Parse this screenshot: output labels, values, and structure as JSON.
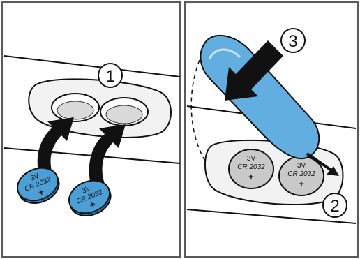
{
  "panels": [
    {
      "step_label": "1",
      "batteries": [
        {
          "voltage": "3V",
          "model": "CR 2032",
          "polarity": "+"
        },
        {
          "voltage": "3V",
          "model": "CR 2032",
          "polarity": "+"
        }
      ]
    },
    {
      "step_labels": [
        "3",
        "2"
      ],
      "batteries": [
        {
          "voltage": "3V",
          "model": "CR 2032",
          "polarity": "+"
        },
        {
          "voltage": "3V",
          "model": "CR 2032",
          "polarity": "+"
        }
      ]
    }
  ],
  "colors": {
    "frame": "#5a5a5a",
    "battery_fill": "#4b9fd6",
    "cover_fill": "#62aee0",
    "housing_fill": "#f2f2f2",
    "recess_fill": "#d9d9d9",
    "arrow_fill": "#111111"
  },
  "icons": [
    "battery-icon",
    "insert-arrow-icon",
    "press-arrow-icon",
    "slide-arrow-icon"
  ]
}
